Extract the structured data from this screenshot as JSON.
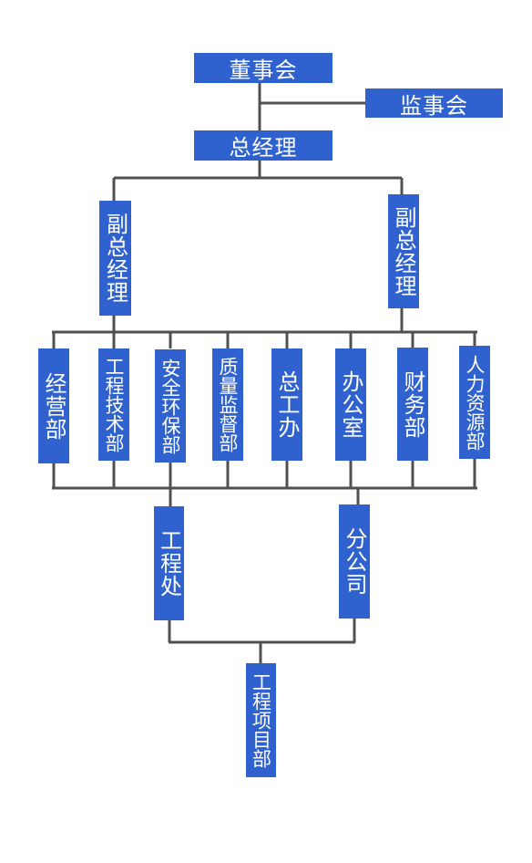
{
  "nodes": {
    "board": "董事会",
    "supervisory": "监事会",
    "gm": "总经理",
    "vgm_left": "副总经理",
    "vgm_right": "副总经理",
    "dept_business": "经营部",
    "dept_engineering_tech": "工程技术部",
    "dept_safety_env": "安全环保部",
    "dept_quality": "质量监督部",
    "dept_chief_engineer": "总工办",
    "dept_office": "办公室",
    "dept_finance": "财务部",
    "dept_hr": "人力资源部",
    "engineering_office": "工程处",
    "branch_company": "分公司",
    "project_dept": "工程项目部"
  },
  "colors": {
    "box": "#2f62cf",
    "text": "#ffffff",
    "line": "#505050"
  }
}
